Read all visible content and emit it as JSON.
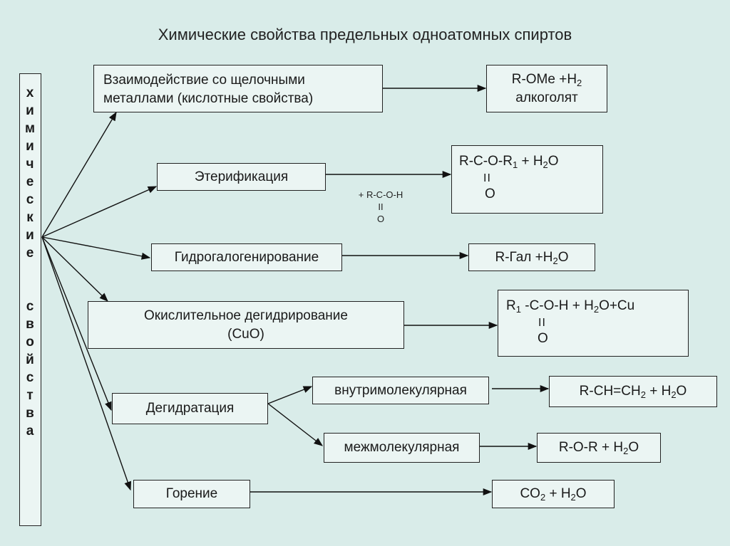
{
  "title": "Химические свойства предельных одноатомных спиртов",
  "vertical_label_chars": [
    "х",
    "и",
    "м",
    "и",
    "ч",
    "е",
    "с",
    "к",
    "и",
    "е",
    "",
    "с",
    "в",
    "о",
    "й",
    "с",
    "т",
    "в",
    "а"
  ],
  "reactions": {
    "alkali": {
      "line1": "Взаимодействие со щелочными",
      "line2": "металлами (кислотные свойства)",
      "product_line1_a": "R-OMe +H",
      "product_line1_sub": "2",
      "product_line2": "алкоголят"
    },
    "ester": {
      "label": "Этерификация",
      "reagent_line1": "+ R-C-O-H",
      "reagent_line2": "II",
      "reagent_line3": "O",
      "product_a": "R-C-O-R",
      "product_sub1": "1",
      "product_b": " + H",
      "product_sub2": "2",
      "product_c": "O",
      "product_dbl": "II",
      "product_o": "O"
    },
    "hydrohalogenation": {
      "label": "Гидрогалогенирование",
      "product_a": "R-Гал +H",
      "product_sub": "2",
      "product_b": "O"
    },
    "oxidation": {
      "line1": "Окислительное дегидрирование",
      "line2": "(CuO)",
      "product_a": "R",
      "product_sub1": "1",
      "product_b": " -C-O-H + H",
      "product_sub2": "2",
      "product_c": "O+Cu",
      "product_dbl": "II",
      "product_o": "O"
    },
    "dehydration": {
      "label": "Дегидратация",
      "intra": {
        "label": "внутримолекулярная",
        "product_a": "R-CH=CH",
        "product_sub1": "2",
        "product_b": " + H",
        "product_sub2": "2",
        "product_c": "O"
      },
      "inter": {
        "label": "межмолекулярная",
        "product_a": "R-O-R + H",
        "product_sub": "2",
        "product_b": "O"
      }
    },
    "combustion": {
      "label": "Горение",
      "product_a": "CO",
      "product_sub1": "2",
      "product_b": " + H",
      "product_sub2": "2",
      "product_c": "O"
    }
  }
}
